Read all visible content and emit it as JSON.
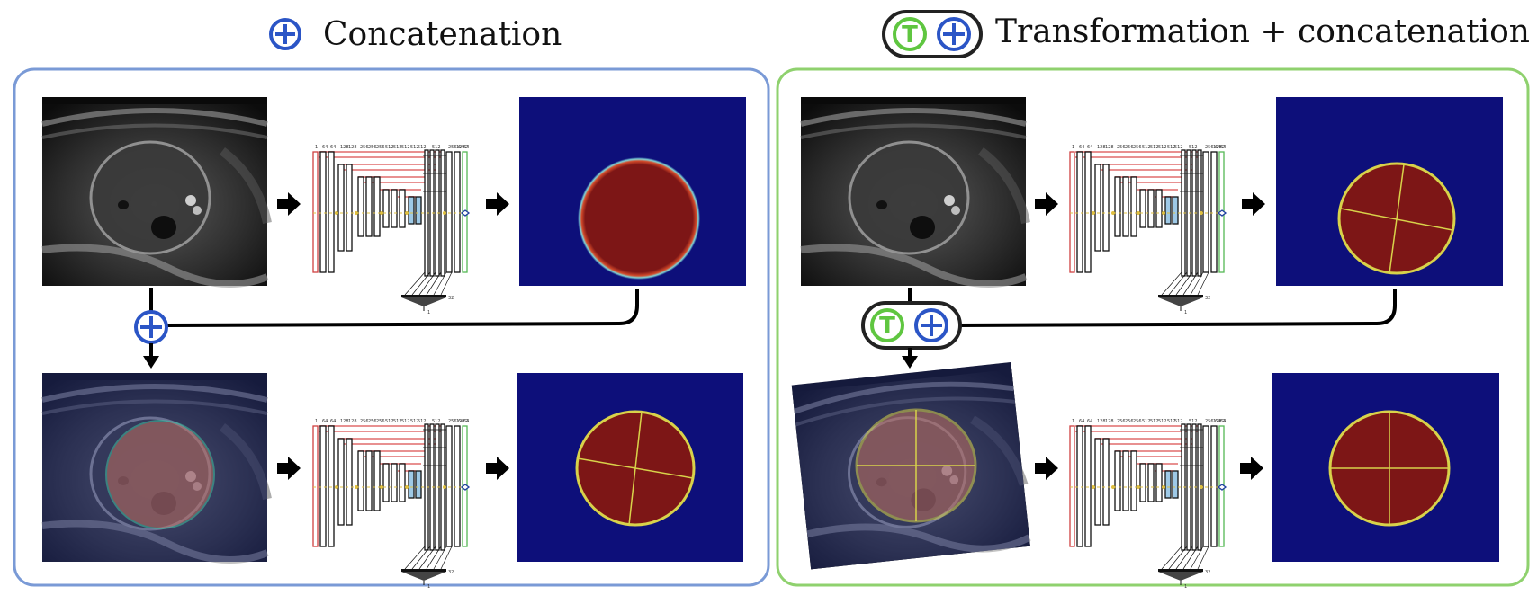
{
  "left_panel": {
    "title": "Concatenation",
    "border_color": "#7a9ad6"
  },
  "right_panel": {
    "title": "Transformation + concatenation",
    "border_color": "#8fd16e"
  },
  "symbols": {
    "concat_glyph": "+",
    "transform_glyph": "T",
    "concat_color": "#2b55c6",
    "transform_color": "#5fc640"
  },
  "colors": {
    "segmentation_bg": "#0d0f7a",
    "segmentation_fill": "#7d1616",
    "contour": "#d8d24a",
    "arrow": "#000000"
  },
  "network": {
    "channel_labels": [
      "1",
      "64",
      "64",
      "128",
      "128",
      "256",
      "256",
      "256",
      "512",
      "512",
      "512",
      "512",
      "512",
      "512",
      "256",
      "128",
      "64",
      "64",
      "2"
    ],
    "head_label": "32",
    "aux_label": "1"
  }
}
